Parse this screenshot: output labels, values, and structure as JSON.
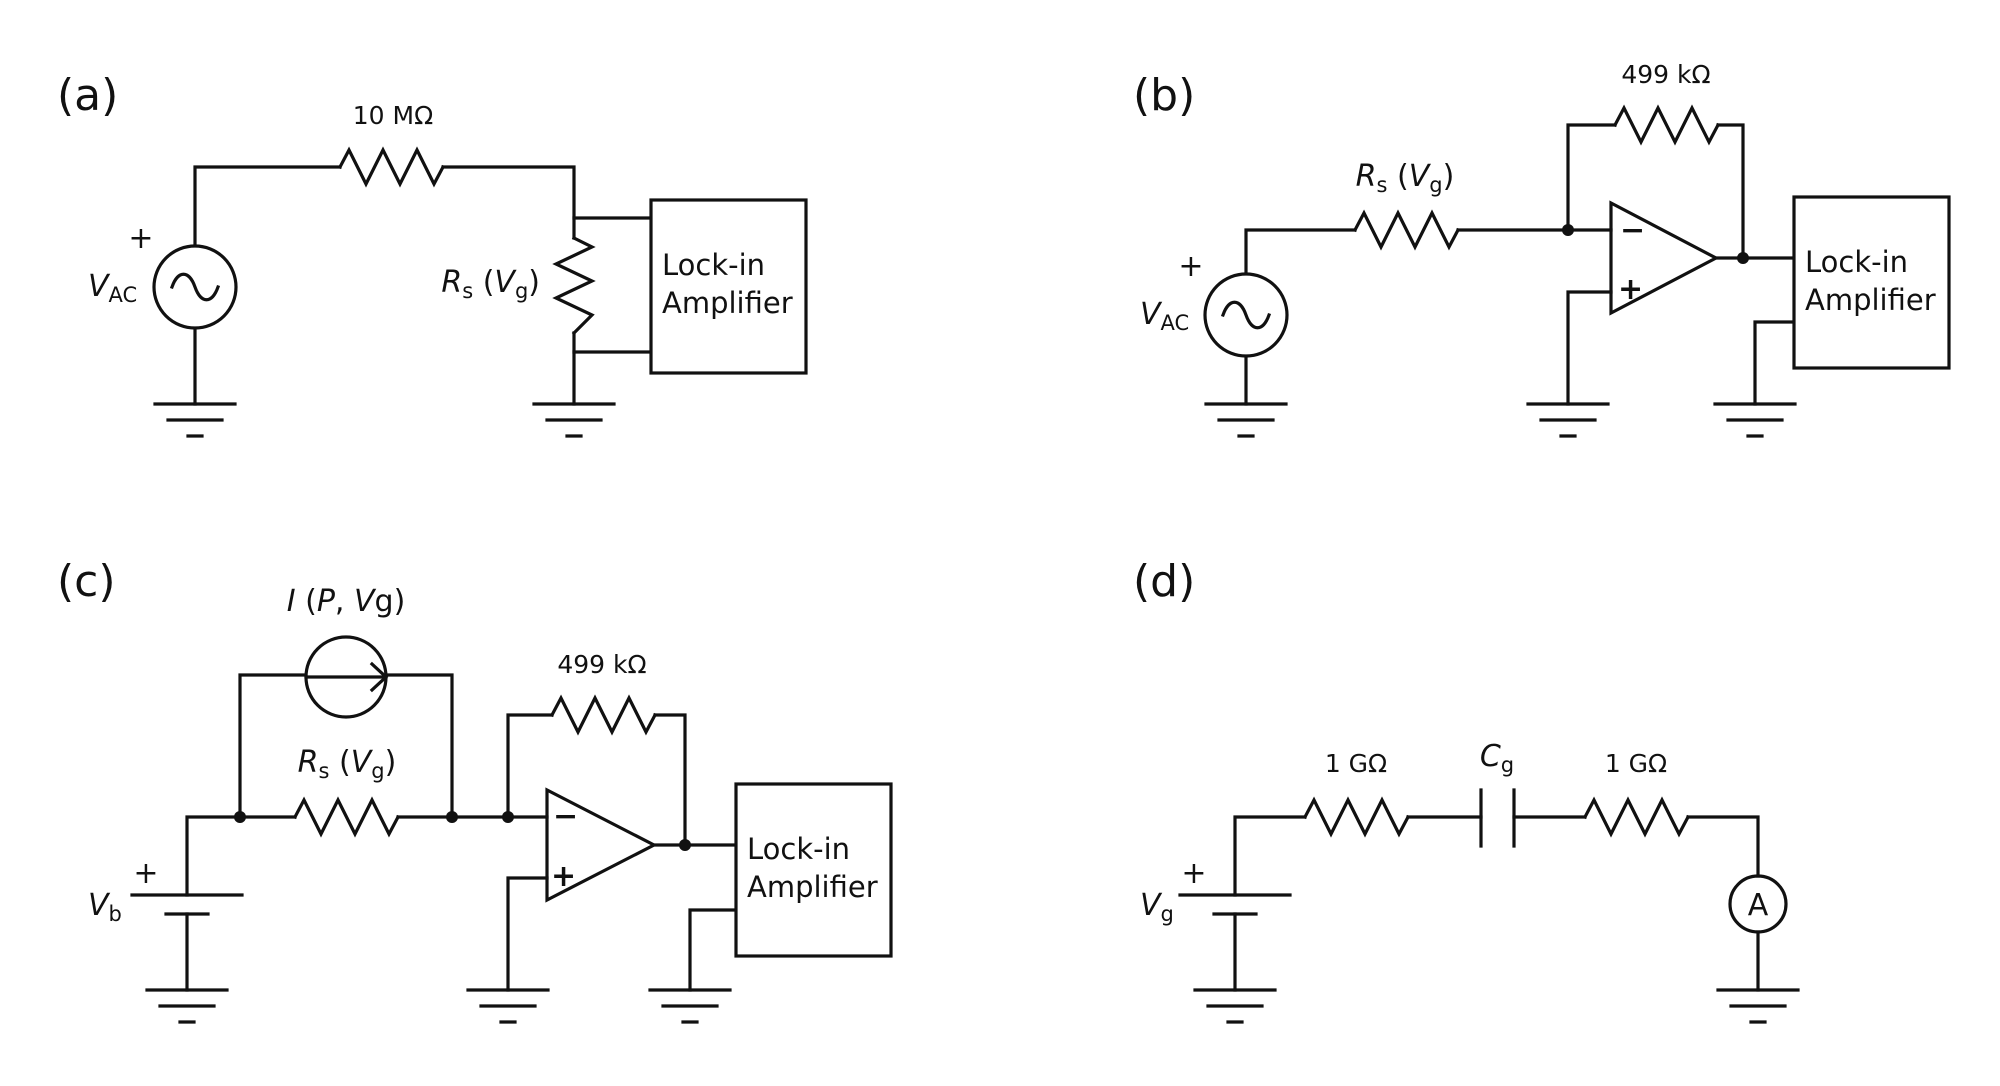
{
  "panels": {
    "a": {
      "label": "(a)",
      "series_resistor": "10 MΩ",
      "source_plus": "+",
      "source_symbol": "V",
      "source_sub": "AC",
      "rs_symbol": "R",
      "rs_sub": "s",
      "rs_open": " (",
      "rs_var": "V",
      "rs_var_sub": "g",
      "rs_close": ")",
      "lockin_line1": "Lock-in",
      "lockin_line2": "Amplifier"
    },
    "b": {
      "label": "(b)",
      "feedback_resistor": "499 kΩ",
      "source_plus": "+",
      "source_symbol": "V",
      "source_sub": "AC",
      "rs_symbol": "R",
      "rs_sub": "s",
      "rs_open": " (",
      "rs_var": "V",
      "rs_var_sub": "g",
      "rs_close": ")",
      "opamp_minus": "−",
      "opamp_plus": "+",
      "lockin_line1": "Lock-in",
      "lockin_line2": "Amplifier"
    },
    "c": {
      "label": "(c)",
      "current_symbol": "I",
      "current_open": " (",
      "current_p": "P",
      "current_sep": ", ",
      "current_v": "V",
      "current_v_sub": "g",
      "current_close": ")",
      "feedback_resistor": "499 kΩ",
      "rs_symbol": "R",
      "rs_sub": "s",
      "rs_open": " (",
      "rs_var": "V",
      "rs_var_sub": "g",
      "rs_close": ")",
      "battery_plus": "+",
      "battery_symbol": "V",
      "battery_sub": "b",
      "opamp_minus": "−",
      "opamp_plus": "+",
      "lockin_line1": "Lock-in",
      "lockin_line2": "Amplifier"
    },
    "d": {
      "label": "(d)",
      "resistor_left": "1 GΩ",
      "resistor_right": "1 GΩ",
      "cap_symbol": "C",
      "cap_sub": "g",
      "battery_plus": "+",
      "battery_symbol": "V",
      "battery_sub": "g",
      "ammeter": "A"
    }
  }
}
